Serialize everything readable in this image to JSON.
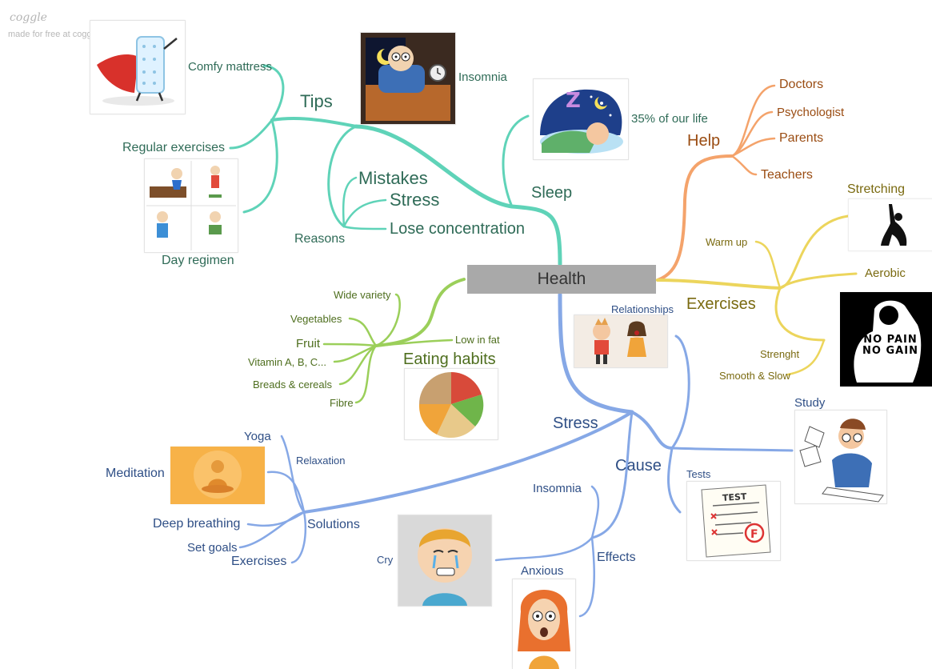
{
  "watermark": {
    "brand": "coggle",
    "note": "made for free at coggle.it"
  },
  "central": "Health",
  "colors": {
    "teal": "#5fd3b8",
    "orange": "#f4a36b",
    "yellow": "#ecd55c",
    "green": "#9bcf5a",
    "blue": "#86a8e6",
    "central_fill": "#a9a9a9"
  },
  "branches": {
    "tips": {
      "label": "Tips",
      "comfy_mattress": "Comfy mattress",
      "regular_exercises": "Regular exercises",
      "day_regimen": "Day regimen"
    },
    "reasons": {
      "label": "Reasons",
      "mistakes": "Mistakes",
      "stress": "Stress",
      "lose_concentration": "Lose concentration"
    },
    "sleep": {
      "label": "Sleep",
      "insomnia": "Insomnia",
      "life_share": "35% of our life"
    },
    "help": {
      "label": "Help",
      "doctors": "Doctors",
      "psychologist": "Psychologist",
      "parents": "Parents",
      "teachers": "Teachers"
    },
    "exercises": {
      "label": "Exercises",
      "warm_up": "Warm up",
      "stretching": "Stretching",
      "aerobic": "Aerobic",
      "strenght": "Strenght",
      "smooth_slow": "Smooth & Slow",
      "poster_text": "NO PAIN NO GAIN"
    },
    "eating": {
      "label": "Eating habits",
      "wide_variety": "Wide variety",
      "vegetables": "Vegetables",
      "fruit": "Fruit",
      "vitamins": "Vitamin A, B, C...",
      "breads": "Breads & cereals",
      "fibre": "Fibre",
      "low_fat": "Low in fat"
    },
    "stress": {
      "label": "Stress",
      "relationships": "Relationships",
      "study": "Study",
      "tests": "Tests",
      "test_sheet": "TEST"
    },
    "cause": {
      "label": "Cause"
    },
    "solutions": {
      "label": "Solutions",
      "yoga": "Yoga",
      "relaxation": "Relaxation",
      "meditation": "Meditation",
      "deep_breathing": "Deep breathing",
      "set_goals": "Set goals",
      "exercises": "Exercises"
    },
    "effects": {
      "label": "Effects",
      "insomnia": "Insomnia",
      "cry": "Cry",
      "anxious": "Anxious"
    }
  },
  "icons": [
    "mattress-superhero-icon",
    "insomnia-man-icon",
    "sleeping-child-icon",
    "daily-routine-icon",
    "stretching-silhouette-icon",
    "no-pain-no-gain-icon",
    "food-plate-icon",
    "arguing-kids-icon",
    "study-stress-icon",
    "failed-test-icon",
    "meditation-icon",
    "crying-boy-icon",
    "anxious-girl-icon"
  ]
}
